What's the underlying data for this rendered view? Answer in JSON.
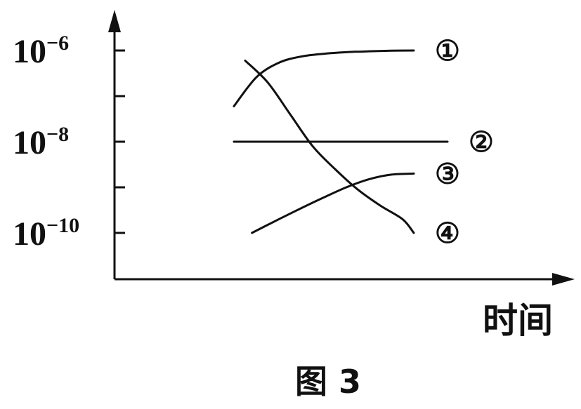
{
  "chart_data": {
    "type": "line",
    "y_scale": "log",
    "ylim": [
      1e-11,
      1e-05
    ],
    "xlim": [
      0,
      10
    ],
    "y_tick_labels": [
      {
        "value": 1e-06,
        "base": "10",
        "exp": "−6"
      },
      {
        "value": 1e-08,
        "base": "10",
        "exp": "−8"
      },
      {
        "value": 1e-10,
        "base": "10",
        "exp": "−10"
      }
    ],
    "y_minor_ticks": [
      1e-07,
      1e-09
    ],
    "xlabel": "时间",
    "ylabel": "",
    "caption": "图 3",
    "grid": false,
    "legend": "none",
    "series": [
      {
        "name": "①",
        "x": [
          0,
          1,
          2,
          3,
          4,
          5,
          6,
          7,
          8
        ],
        "y": [
          6e-08,
          2.6e-07,
          5.4e-07,
          7.4e-07,
          8.5e-07,
          9.2e-07,
          9.6e-07,
          9.9e-07,
          1e-06
        ]
      },
      {
        "name": "②",
        "x": [
          0,
          9.5
        ],
        "y": [
          1e-08,
          1e-08
        ]
      },
      {
        "name": "③",
        "x": [
          0.8,
          2,
          3,
          4,
          5,
          6,
          7,
          8
        ],
        "y": [
          1e-10,
          2e-10,
          3.5e-10,
          6e-10,
          1e-09,
          1.5e-09,
          1.9e-09,
          2e-09
        ]
      },
      {
        "name": "④",
        "x": [
          0.5,
          1.5,
          2.5,
          3.5,
          4.5,
          5.5,
          6.5,
          7.5,
          8
        ],
        "y": [
          6e-07,
          2e-07,
          4e-08,
          8e-09,
          2.5e-09,
          9e-10,
          4e-10,
          2e-10,
          1e-10
        ]
      }
    ]
  }
}
